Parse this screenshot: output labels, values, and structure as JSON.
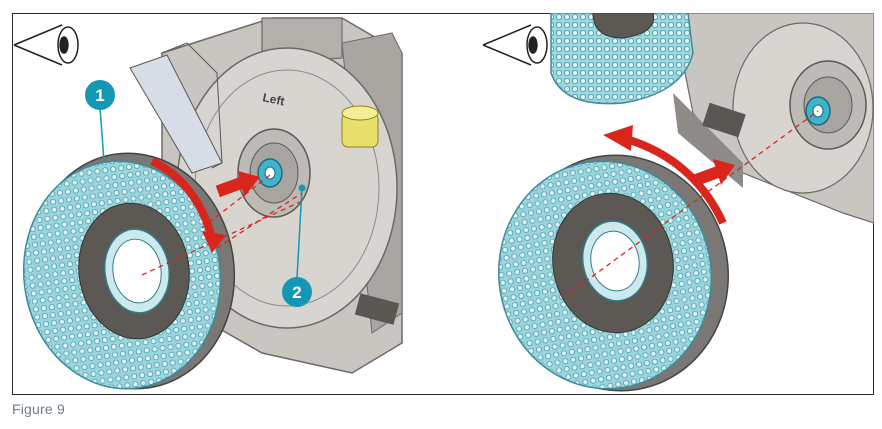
{
  "figure": {
    "caption": "Figure 9"
  },
  "callouts": [
    {
      "number": "1"
    },
    {
      "number": "2"
    }
  ],
  "machine_labels": {
    "side_label": "Left"
  },
  "colors": {
    "bristle": "#8fcfd8",
    "bristle_dark": "#4a9aa8",
    "arrow_red": "#d9261c",
    "callout_fill": "#1497b4",
    "machine_grey": "#b9b6b2",
    "caption_text": "#6a7f8c"
  },
  "icons": [
    "eye-icon",
    "eye-icon"
  ]
}
